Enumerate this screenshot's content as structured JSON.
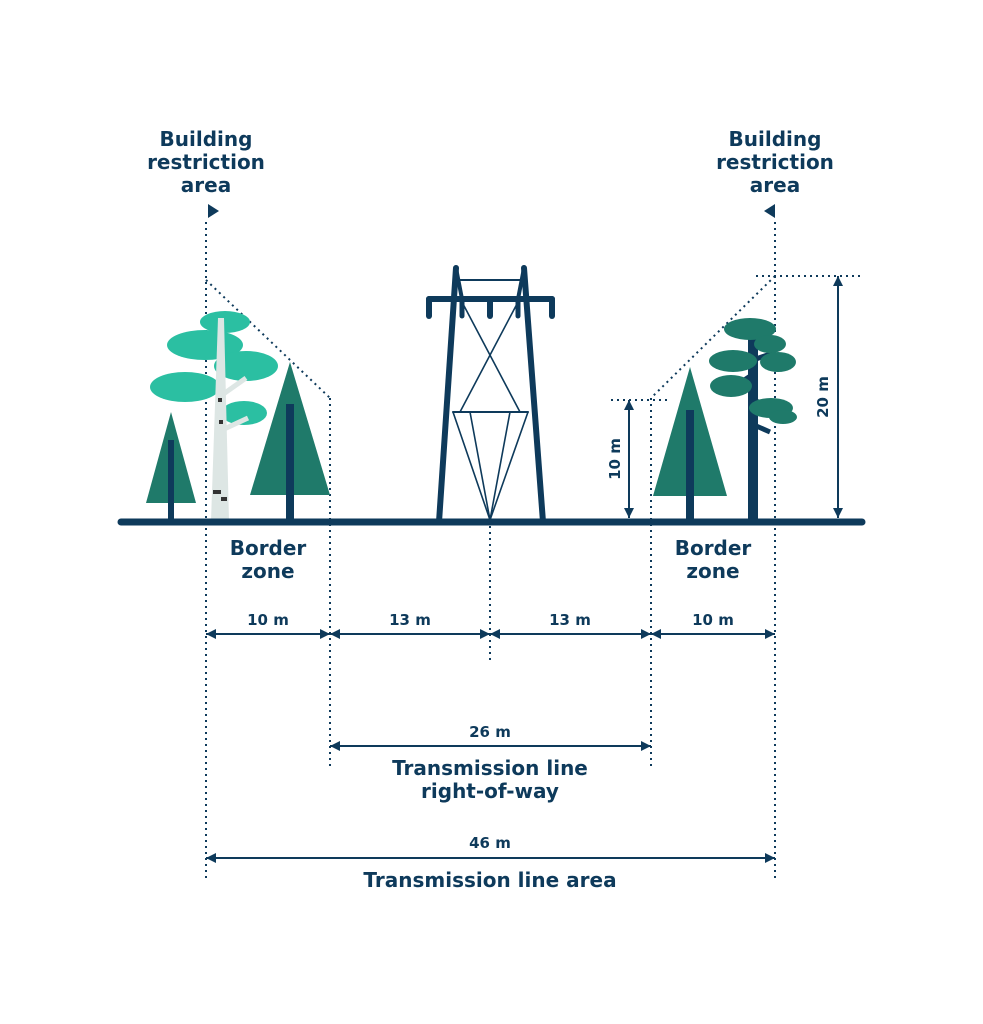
{
  "labels": {
    "building_left": "Building\nrestriction\narea",
    "building_right": "Building\nrestriction\narea",
    "border_left": "Border\nzone",
    "border_right": "Border\nzone",
    "dim_border_left": "10 m",
    "dim_row_left": "13 m",
    "dim_row_right": "13 m",
    "dim_border_right": "10 m",
    "dim_row_total": "26 m",
    "row_caption": "Transmission line\nright-of-way",
    "dim_area_total": "46 m",
    "area_caption": "Transmission line area",
    "height_small": "10 m",
    "height_large": "20 m"
  },
  "colors": {
    "navy": "#0e3a5b",
    "tree_dark": "#1f7a6a",
    "tree_light": "#2bbfa2",
    "birch_trunk": "#dde6e4"
  },
  "icons": [
    "birch-tree-icon",
    "spruce-tree-icon",
    "pine-tree-icon",
    "transmission-tower-icon"
  ]
}
